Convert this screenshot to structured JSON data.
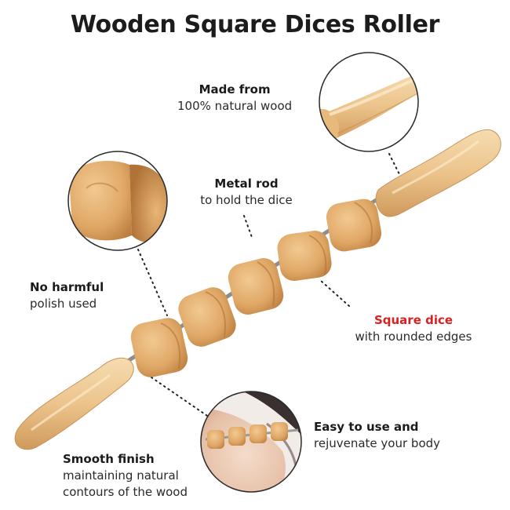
{
  "title": "Wooden Square Dices Roller",
  "callouts": {
    "made_from": {
      "heading": "Made from",
      "detail": "100% natural wood"
    },
    "metal_rod": {
      "heading": "Metal rod",
      "detail": "to hold the dice"
    },
    "no_harmful": {
      "heading": "No harmful",
      "detail": "polish used"
    },
    "square_dice": {
      "heading": "Square dice",
      "detail": "with rounded edges"
    },
    "easy_to_use": {
      "heading": "Easy to use and",
      "detail": "rejuvenate your body"
    },
    "smooth_finish": {
      "heading": "Smooth finish",
      "detail_line1": "maintaining natural",
      "detail_line2": "contours of the wood"
    }
  },
  "colors": {
    "accent": "#d62222",
    "wood_light": "#f0cf9c",
    "wood_mid": "#dfa866",
    "wood_dark": "#b87a3c"
  }
}
